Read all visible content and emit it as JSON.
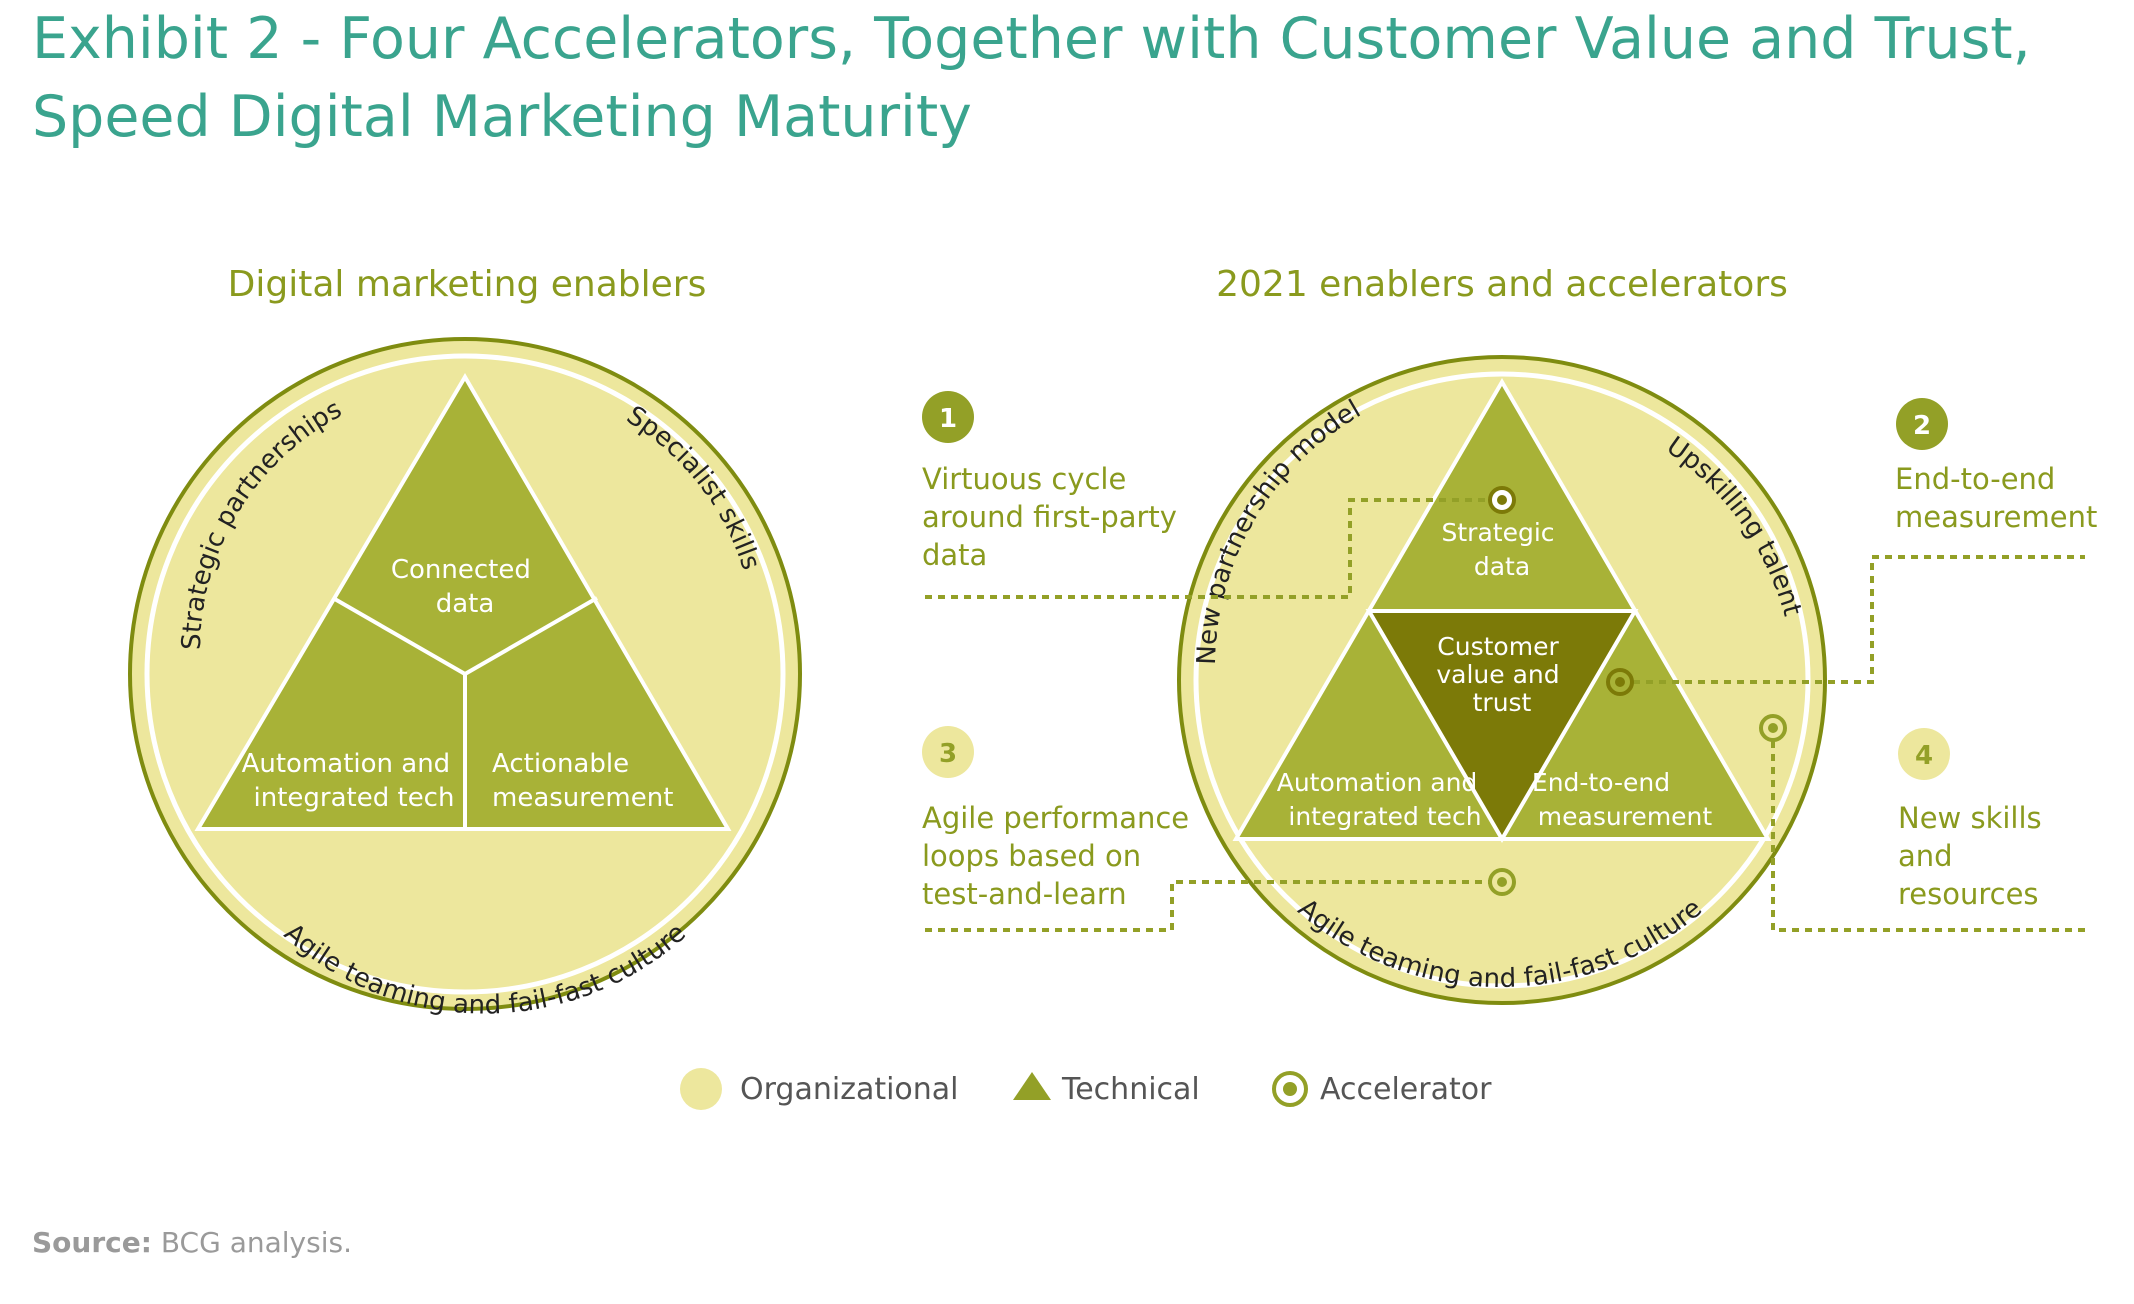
{
  "title": {
    "line1": "Exhibit 2 - Four Accelerators, Together with Customer Value and Trust,",
    "line2": "Speed Digital Marketing Maturity"
  },
  "left_panel": {
    "heading": "Digital marketing enablers",
    "org_labels": {
      "left": "Strategic partnerships",
      "right": "Specialist skills",
      "bottom": "Agile teaming and fail-fast culture"
    },
    "tech_labels": {
      "top": [
        "Connected",
        "data"
      ],
      "bottom_left": [
        "Automation and",
        "integrated tech"
      ],
      "bottom_right": [
        "Actionable",
        "measurement"
      ]
    }
  },
  "right_panel": {
    "heading": "2021 enablers and accelerators",
    "org_labels": {
      "left": "New partnership model",
      "right": "Upskilling talent",
      "bottom": "Agile teaming and fail-fast culture"
    },
    "tech_labels": {
      "top": [
        "Strategic",
        "data"
      ],
      "center": [
        "Customer",
        "value and",
        "trust"
      ],
      "bottom_left": [
        "Automation and",
        "integrated tech"
      ],
      "bottom_right": [
        "End-to-end",
        "measurement"
      ]
    }
  },
  "accelerators": [
    {
      "number": "1",
      "lines": [
        "Virtuous cycle",
        "around first-party",
        "data"
      ]
    },
    {
      "number": "2",
      "lines": [
        "End-to-end",
        "measurement"
      ]
    },
    {
      "number": "3",
      "lines": [
        "Agile performance",
        "loops based on",
        "test-and-learn"
      ]
    },
    {
      "number": "4",
      "lines": [
        "New skills",
        "and",
        "resources"
      ]
    }
  ],
  "legend": {
    "organizational": "Organizational",
    "technical": "Technical",
    "accelerator": "Accelerator"
  },
  "source": {
    "label": "Source:",
    "text": "BCG analysis."
  },
  "colors": {
    "title": "#3aa48e",
    "heading": "#8a9a1e",
    "org_fill": "#ede79d",
    "ring": "#7f8c10",
    "tech_fill": "#a8b237",
    "center_fill": "#7c7a08",
    "dash": "#93a027",
    "text_dark": "#222222"
  }
}
